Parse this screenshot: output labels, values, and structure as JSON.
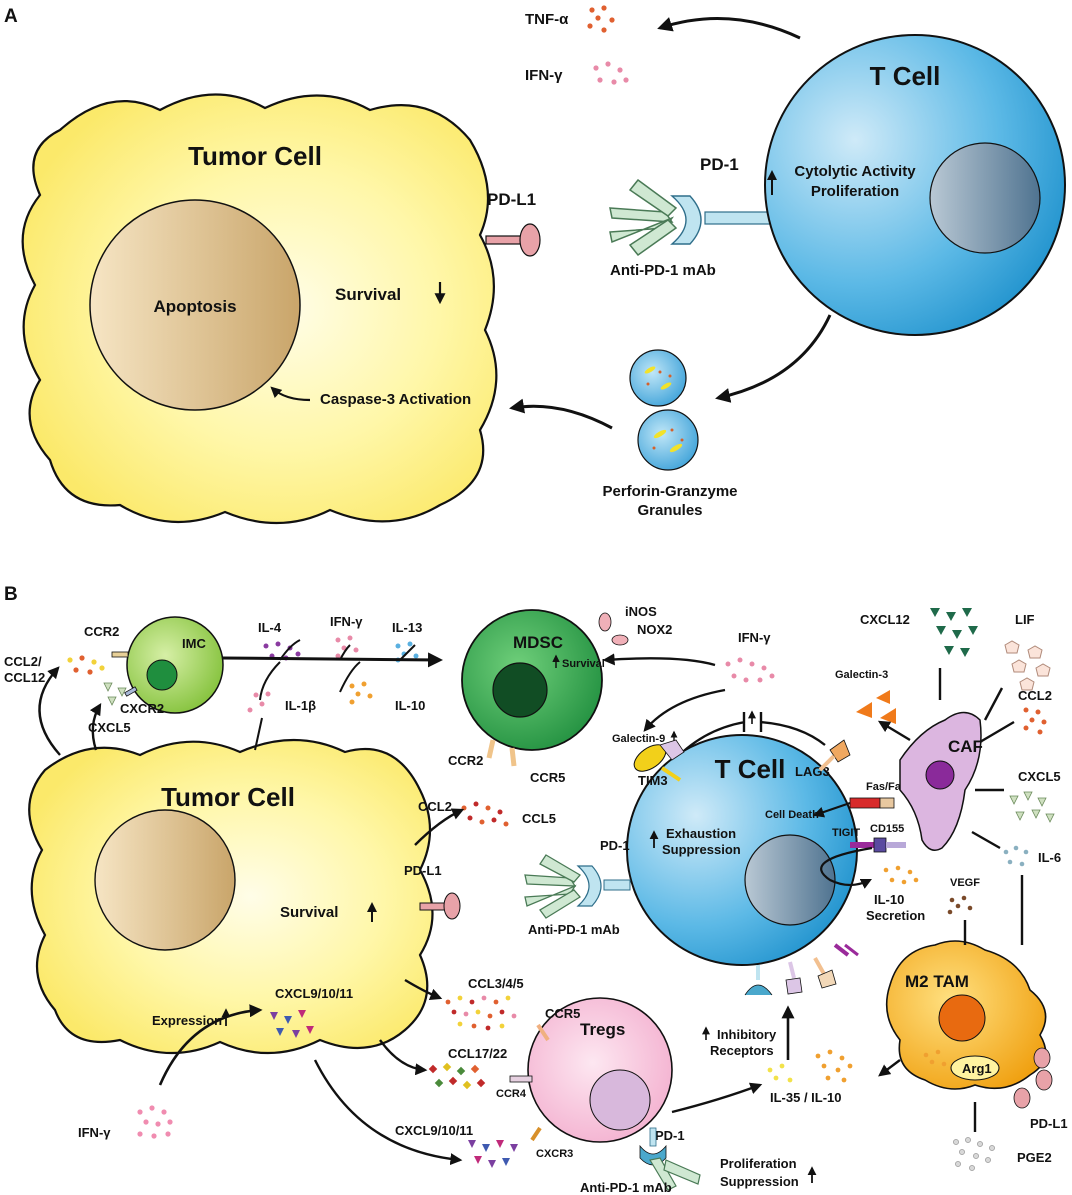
{
  "panel_a": {
    "label": "A",
    "tumor_cell": "Tumor Cell",
    "apoptosis": "Apoptosis",
    "survival": "Survival",
    "caspase": "Caspase-3 Activation",
    "pd_l1": "PD-L1",
    "pd_1": "PD-1",
    "anti_pd1": "Anti-PD-1 mAb",
    "tnf": "TNF-α",
    "ifn": "IFN-γ",
    "t_cell": "T Cell",
    "cytolytic": "Cytolytic Activity",
    "proliferation": "Proliferation",
    "granules_1": "Perforin-Granzyme",
    "granules_2": "Granules"
  },
  "panel_b": {
    "label": "B",
    "imc": "IMC",
    "ccr2_imc": "CCR2",
    "cxcr2": "CXCR2",
    "ccl2_ccl12_1": "CCL2/",
    "ccl2_ccl12_2": "CCL12",
    "cxcl5_left": "CXCL5",
    "il4": "IL-4",
    "ifn_top": "IFN-γ",
    "il13": "IL-13",
    "il1b": "IL-1β",
    "il10_top": "IL-10",
    "mdsc": "MDSC",
    "mdsc_survival": "Survival",
    "inos": "iNOS",
    "nox2": "NOX2",
    "ifn_mid": "IFN-γ",
    "galectin9": "Galectin-9",
    "ccr2_mdsc": "CCR2",
    "ccr5_mdsc": "CCR5",
    "ccl2": "CCL2",
    "ccl5": "CCL5",
    "tumor_cell": "Tumor Cell",
    "survival": "Survival",
    "pd_l1": "PD-L1",
    "expression": "Expression",
    "cxcl9_in": "CXCL9/10/11",
    "ifn_bottom": "IFN-γ",
    "t_cell": "T Cell",
    "tim3": "TIM3",
    "lag3": "LAG3",
    "pd1_t": "PD-1",
    "exhaustion": "Exhaustion",
    "suppression": "Suppression",
    "anti_pd1_t": "Anti-PD-1 mAb",
    "cell_death": "Cell Death",
    "tigit": "TIGIT",
    "cd155": "CD155",
    "fas": "Fas/FasL",
    "il10_sec_1": "IL-10",
    "il10_sec_2": "Secretion",
    "cxcl12": "CXCL12",
    "lif": "LIF",
    "galectin3": "Galectin-3",
    "caf": "CAF",
    "ccl2_caf": "CCL2",
    "cxcl5_caf": "CXCL5",
    "il6": "IL-6",
    "vegf": "VEGF",
    "m2tam": "M2 TAM",
    "arg1": "Arg1",
    "pd_l1_tam": "PD-L1",
    "pge2": "PGE2",
    "ccl345": "CCL3/4/5",
    "ccr5_treg": "CCR5",
    "tregs": "Tregs",
    "ccl1722": "CCL17/22",
    "ccr4": "CCR4",
    "cxcl9_out": "CXCL9/10/11",
    "cxcr3": "CXCR3",
    "pd1_treg": "PD-1",
    "anti_pd1_treg": "Anti-PD-1 mAb",
    "prolif_supp_1": "Proliferation",
    "prolif_supp_2": "Suppression",
    "inhib_1": "Inhibitory",
    "inhib_2": "Receptors",
    "il35": "IL-35 / IL-10"
  },
  "colors": {
    "tumor": "#fff7a0",
    "nucleus_tan": "#dcbf8a",
    "t_cell": "#3aa8dc",
    "mdsc": "#33a853",
    "imc": "#8ccc46",
    "treg": "#f7c3da",
    "caf": "#dcb6e0",
    "m2tam": "#f6b220"
  }
}
